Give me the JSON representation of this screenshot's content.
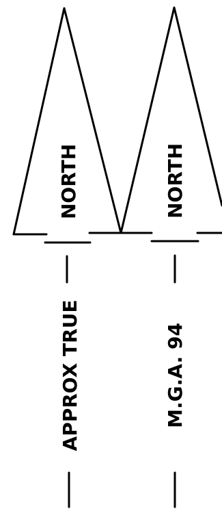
{
  "arrows": [
    {
      "id": "left",
      "north_label": "NORTH",
      "datum_label": "APPROX TRUE"
    },
    {
      "id": "right",
      "north_label": "NORTH",
      "datum_label": "M.G.A. 94"
    }
  ],
  "colors": {
    "ink": "#000000",
    "background": "#ffffff"
  }
}
